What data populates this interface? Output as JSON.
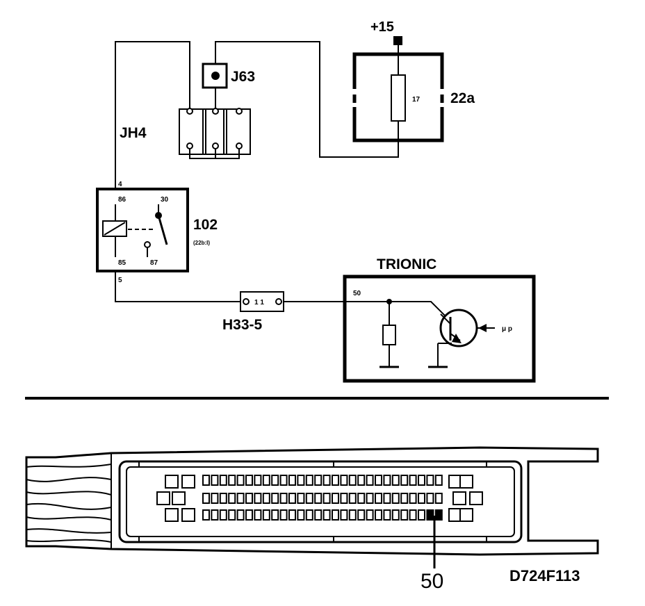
{
  "labels": {
    "supply": "+15",
    "j63": "J63",
    "box22a": "22a",
    "box22a_inner": "17",
    "jh4": "JH4",
    "relay": "102",
    "relay_sub": "(22b:I)",
    "pin4": "4",
    "pin86": "86",
    "pin30": "30",
    "pin85": "85",
    "pin87": "87",
    "pin5": "5",
    "h33": "H33-5",
    "h33_inner": "1 1",
    "trionic": "TRIONIC",
    "trionic_pin": "50",
    "mu_p": "μ p",
    "connector_pin": "50",
    "diagram_code": "D724F113"
  },
  "colors": {
    "ink": "#000000",
    "paper": "#ffffff"
  }
}
